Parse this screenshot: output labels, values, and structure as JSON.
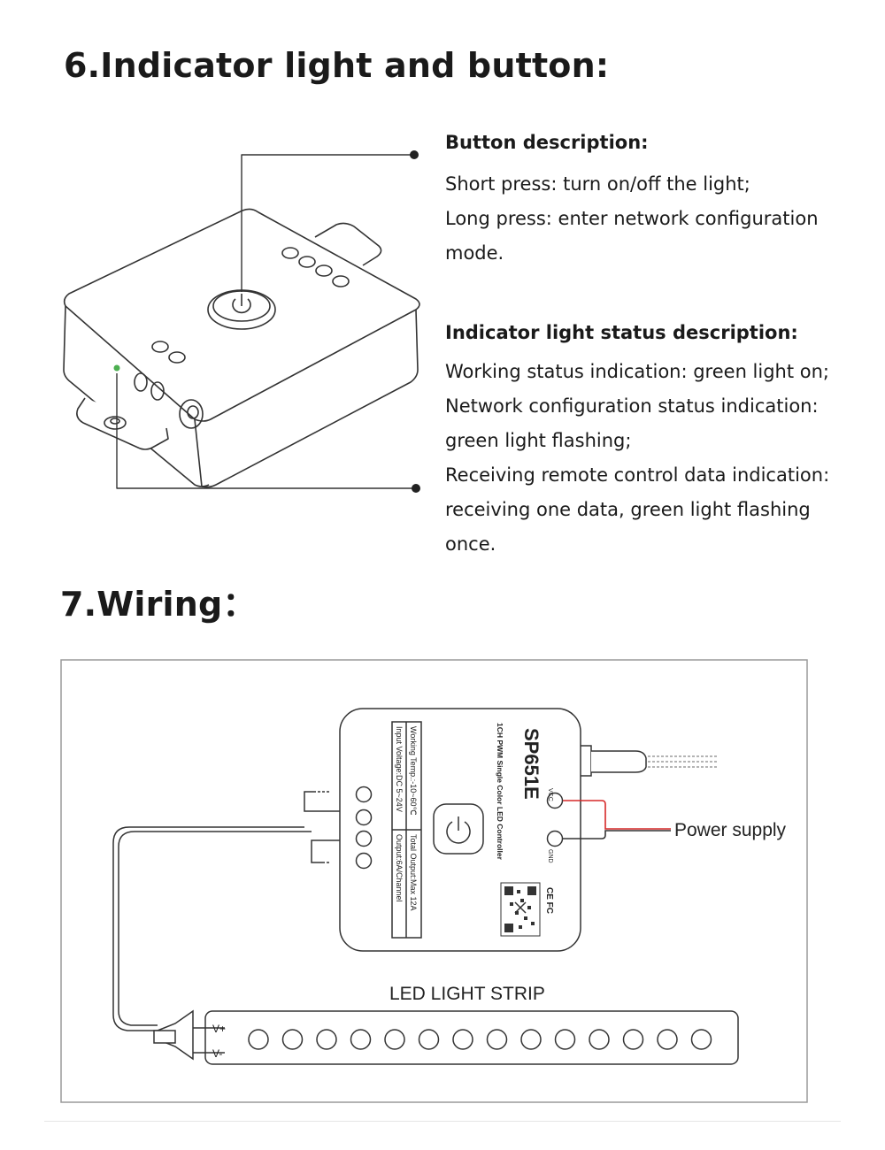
{
  "section6": {
    "title": "6.Indicator light and button:",
    "button": {
      "heading": "Button description:",
      "lines": [
        "Short press: turn on/off the light;",
        "Long press: enter network configuration",
        "mode."
      ]
    },
    "indicator": {
      "heading": "Indicator light status description:",
      "lines": [
        "Working status indication: green light on;",
        "Network configuration status indication:",
        "green light flashing;",
        "Receiving remote control data indication:",
        "receiving one data, green light flashing",
        "once."
      ]
    }
  },
  "section7": {
    "title": "7.Wiring：",
    "device": {
      "model": "SP651E",
      "subtitle": "1CH PWM Single Color LED Controller",
      "spec_input": "Input Voltage:DC 5~24V",
      "spec_output": "Output:6A/Channel",
      "spec_temp": "Working Temp.:-10~60℃",
      "spec_total": "Total Output:Max 12A",
      "vcc_label": "VCC",
      "gnd_label": "GND",
      "marks": "CE FC"
    },
    "power_label": "Power supply",
    "strip_label": "LED LIGHT STRIP",
    "strip_vplus": "V+",
    "strip_vminus": "V-",
    "strip_led_count": 14
  },
  "colors": {
    "line": "#333333",
    "red_wire": "#d62828",
    "indicator_led": "#4caf50",
    "frame": "#9a9a9a"
  }
}
